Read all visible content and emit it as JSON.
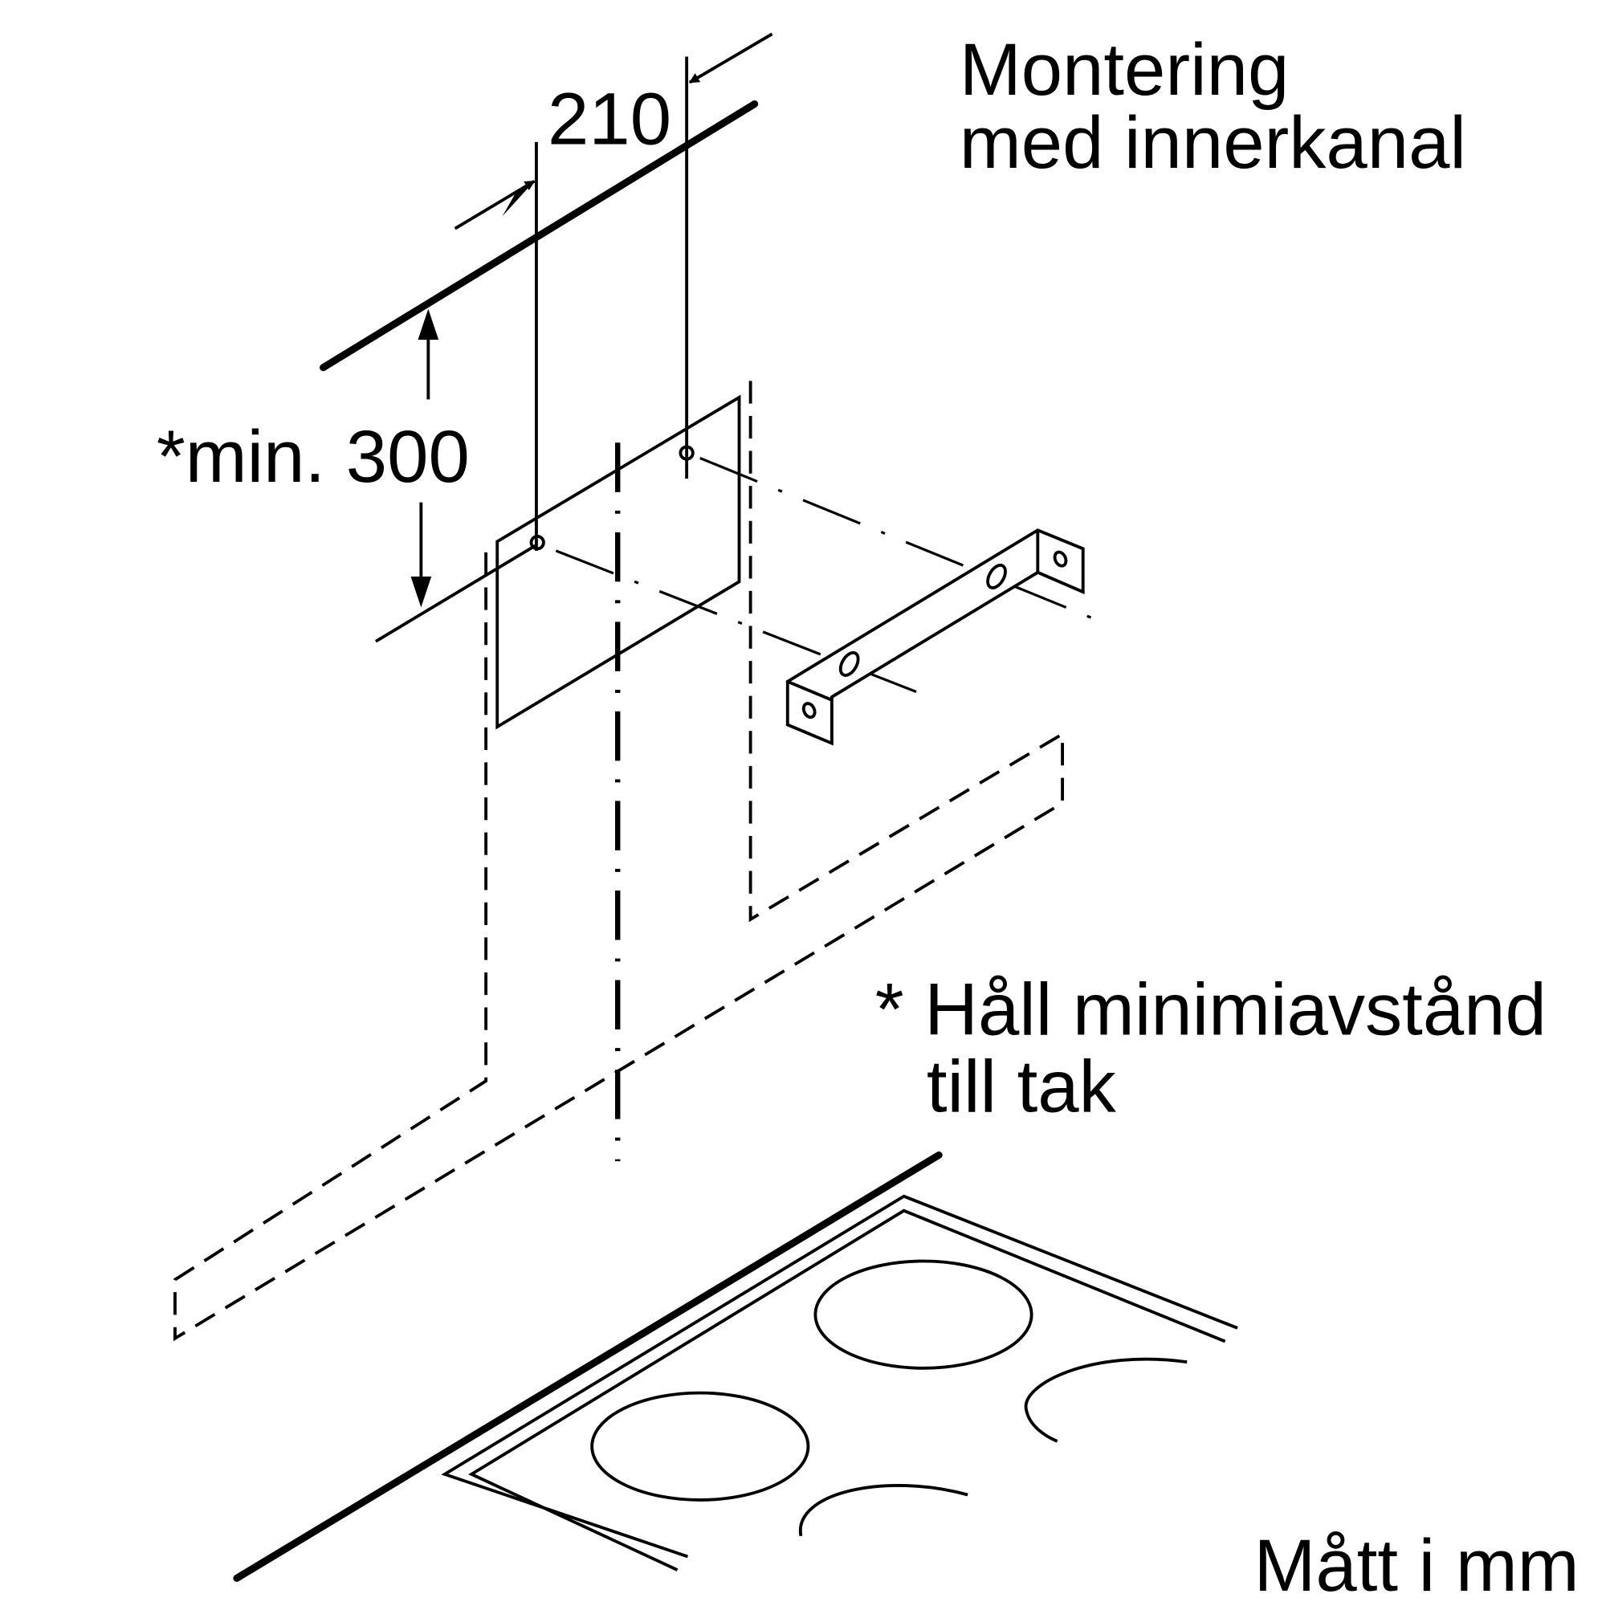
{
  "title": {
    "line1": "Montering",
    "line2": "med innerkanal"
  },
  "dimensions": {
    "width": "210",
    "min_height": "*min. 300"
  },
  "note": {
    "line1": "* Håll minimiavstånd",
    "line2": "till tak"
  },
  "units": "Mått i mm"
}
